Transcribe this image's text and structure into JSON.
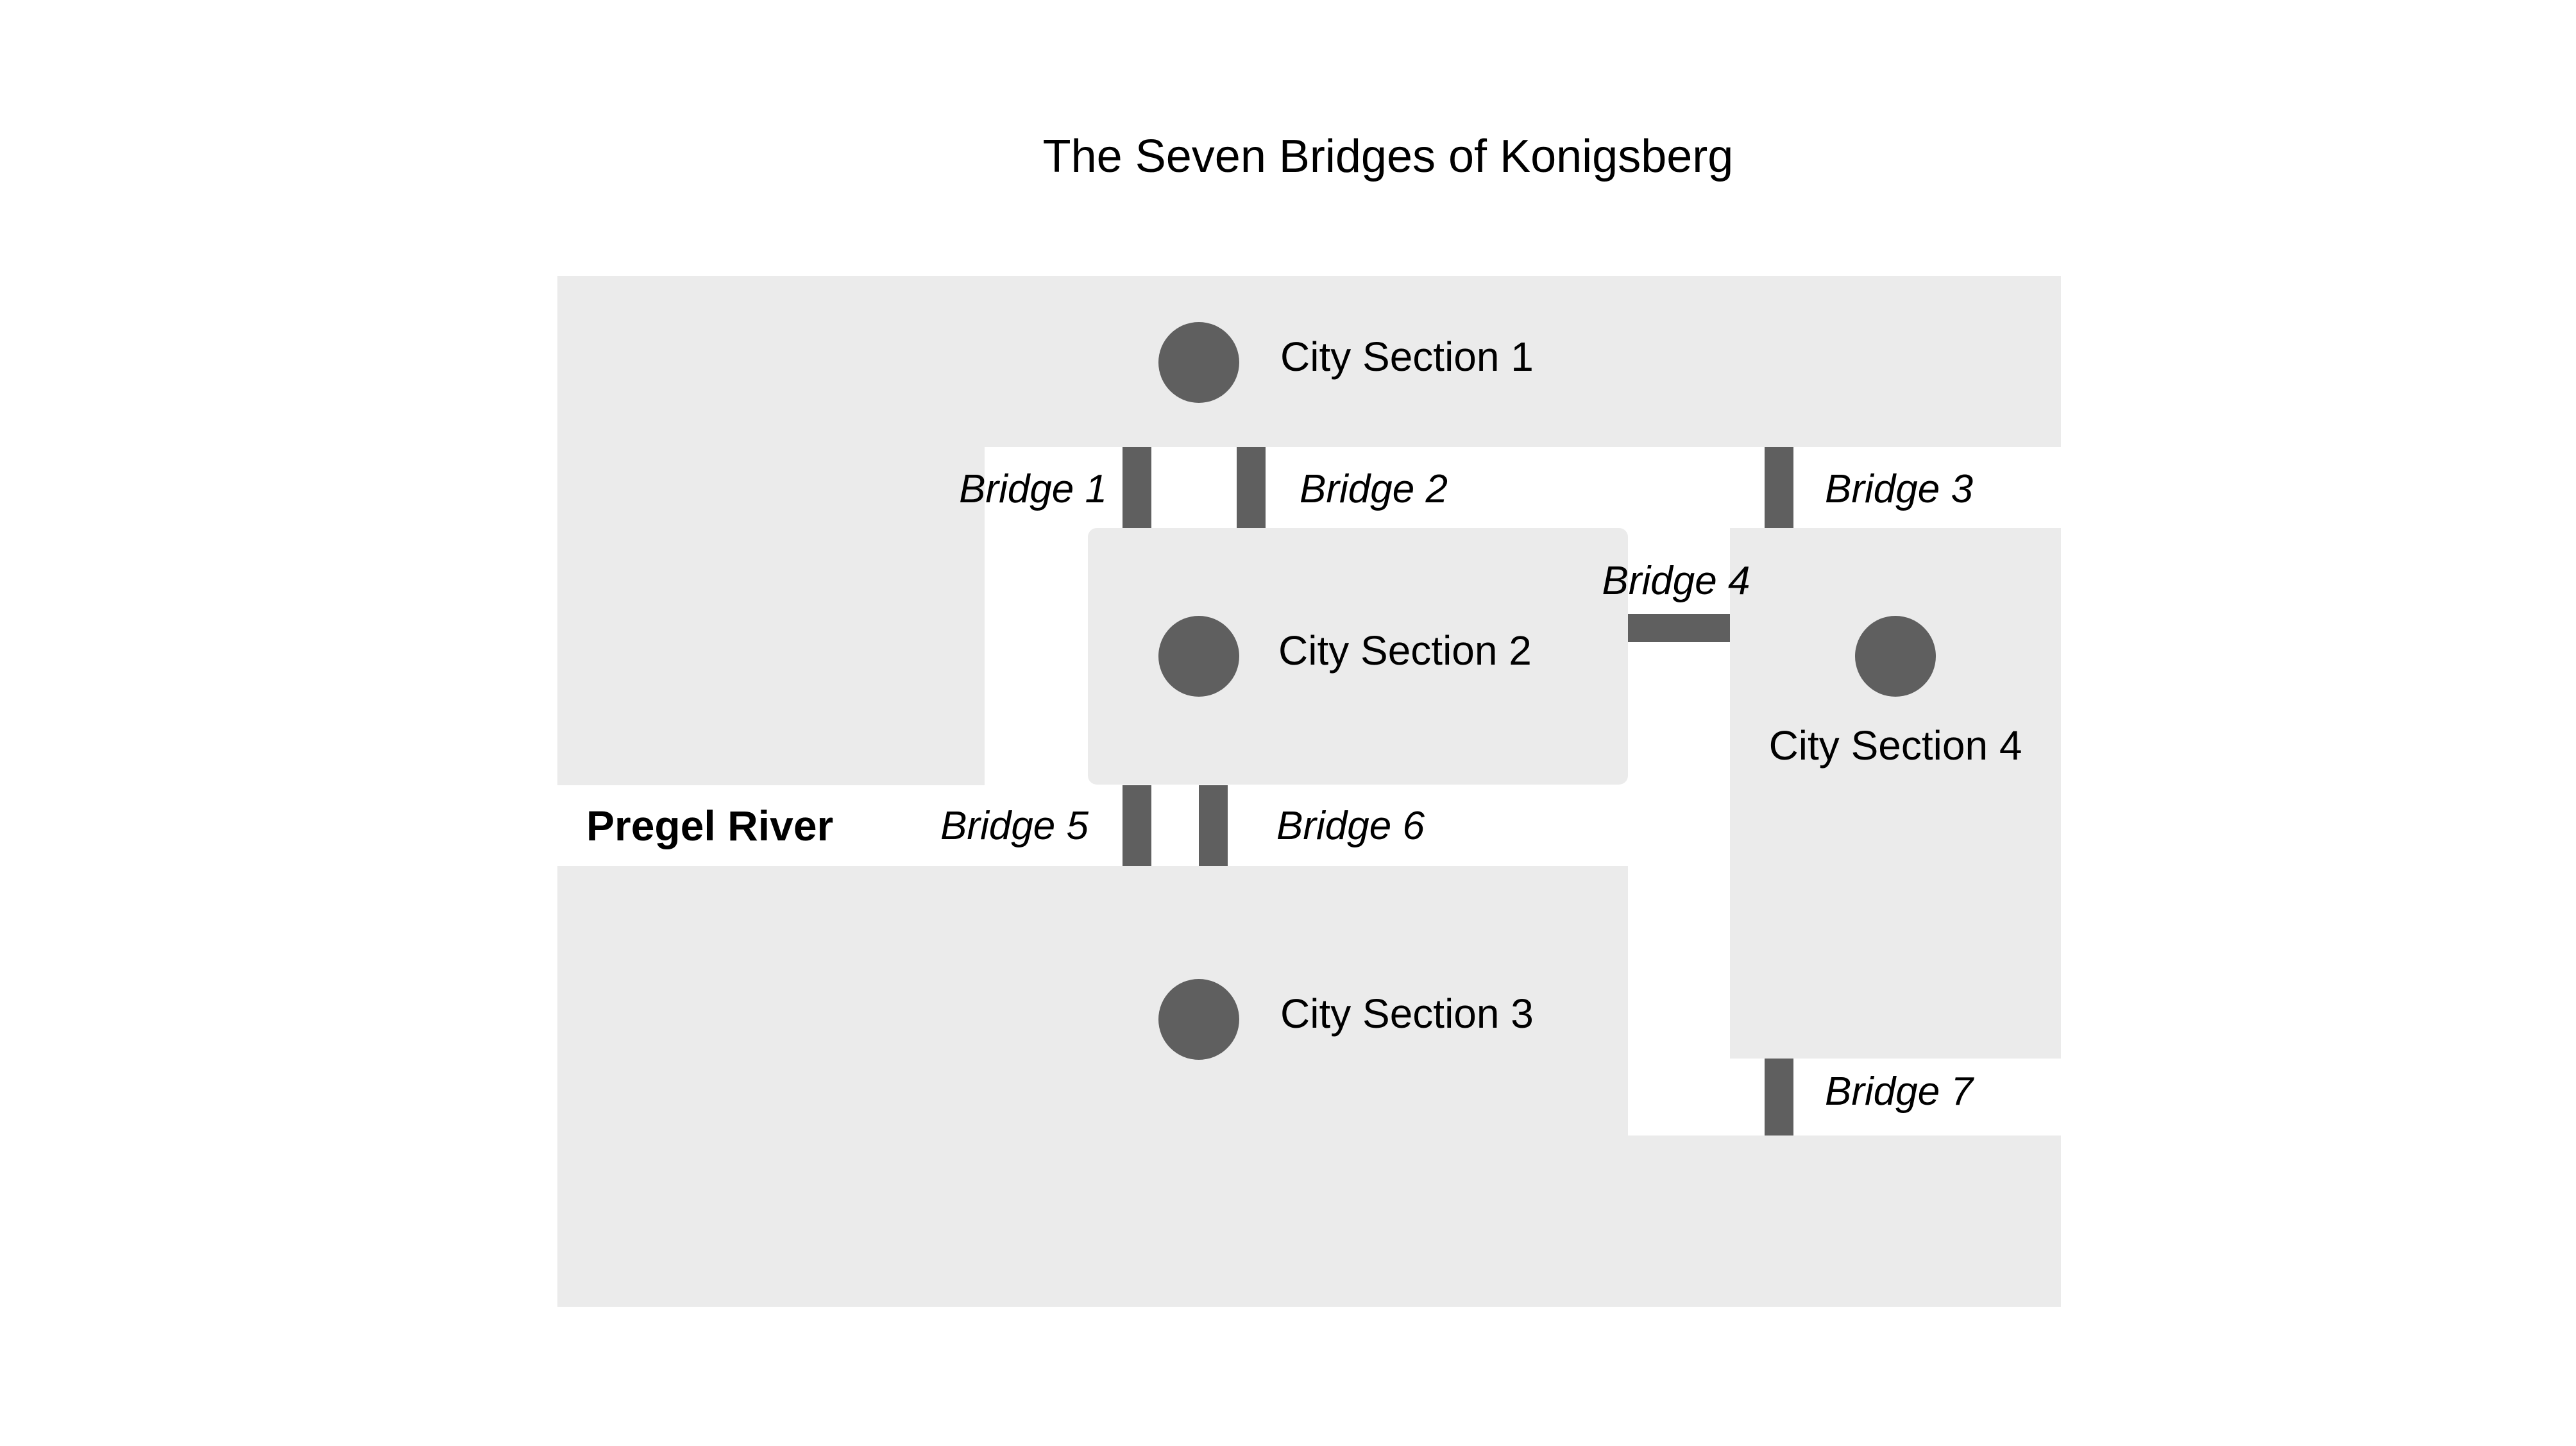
{
  "title": "The Seven Bridges of Konigsberg",
  "river": {
    "label": "Pregel River"
  },
  "sections": [
    {
      "id": 1,
      "label": "City Section 1"
    },
    {
      "id": 2,
      "label": "City Section 2"
    },
    {
      "id": 3,
      "label": "City Section 3"
    },
    {
      "id": 4,
      "label": "City Section 4"
    }
  ],
  "bridges": [
    {
      "id": 1,
      "label": "Bridge 1",
      "connects": [
        1,
        2
      ]
    },
    {
      "id": 2,
      "label": "Bridge 2",
      "connects": [
        1,
        2
      ]
    },
    {
      "id": 3,
      "label": "Bridge 3",
      "connects": [
        1,
        4
      ]
    },
    {
      "id": 4,
      "label": "Bridge 4",
      "connects": [
        2,
        4
      ]
    },
    {
      "id": 5,
      "label": "Bridge 5",
      "connects": [
        2,
        3
      ]
    },
    {
      "id": 6,
      "label": "Bridge 6",
      "connects": [
        2,
        3
      ]
    },
    {
      "id": 7,
      "label": "Bridge 7",
      "connects": [
        3,
        4
      ]
    }
  ],
  "colors": {
    "land": "#ebebeb",
    "water": "#ffffff",
    "node": "#5f5f5f",
    "bridge": "#5f5f5f",
    "text": "#000000"
  }
}
